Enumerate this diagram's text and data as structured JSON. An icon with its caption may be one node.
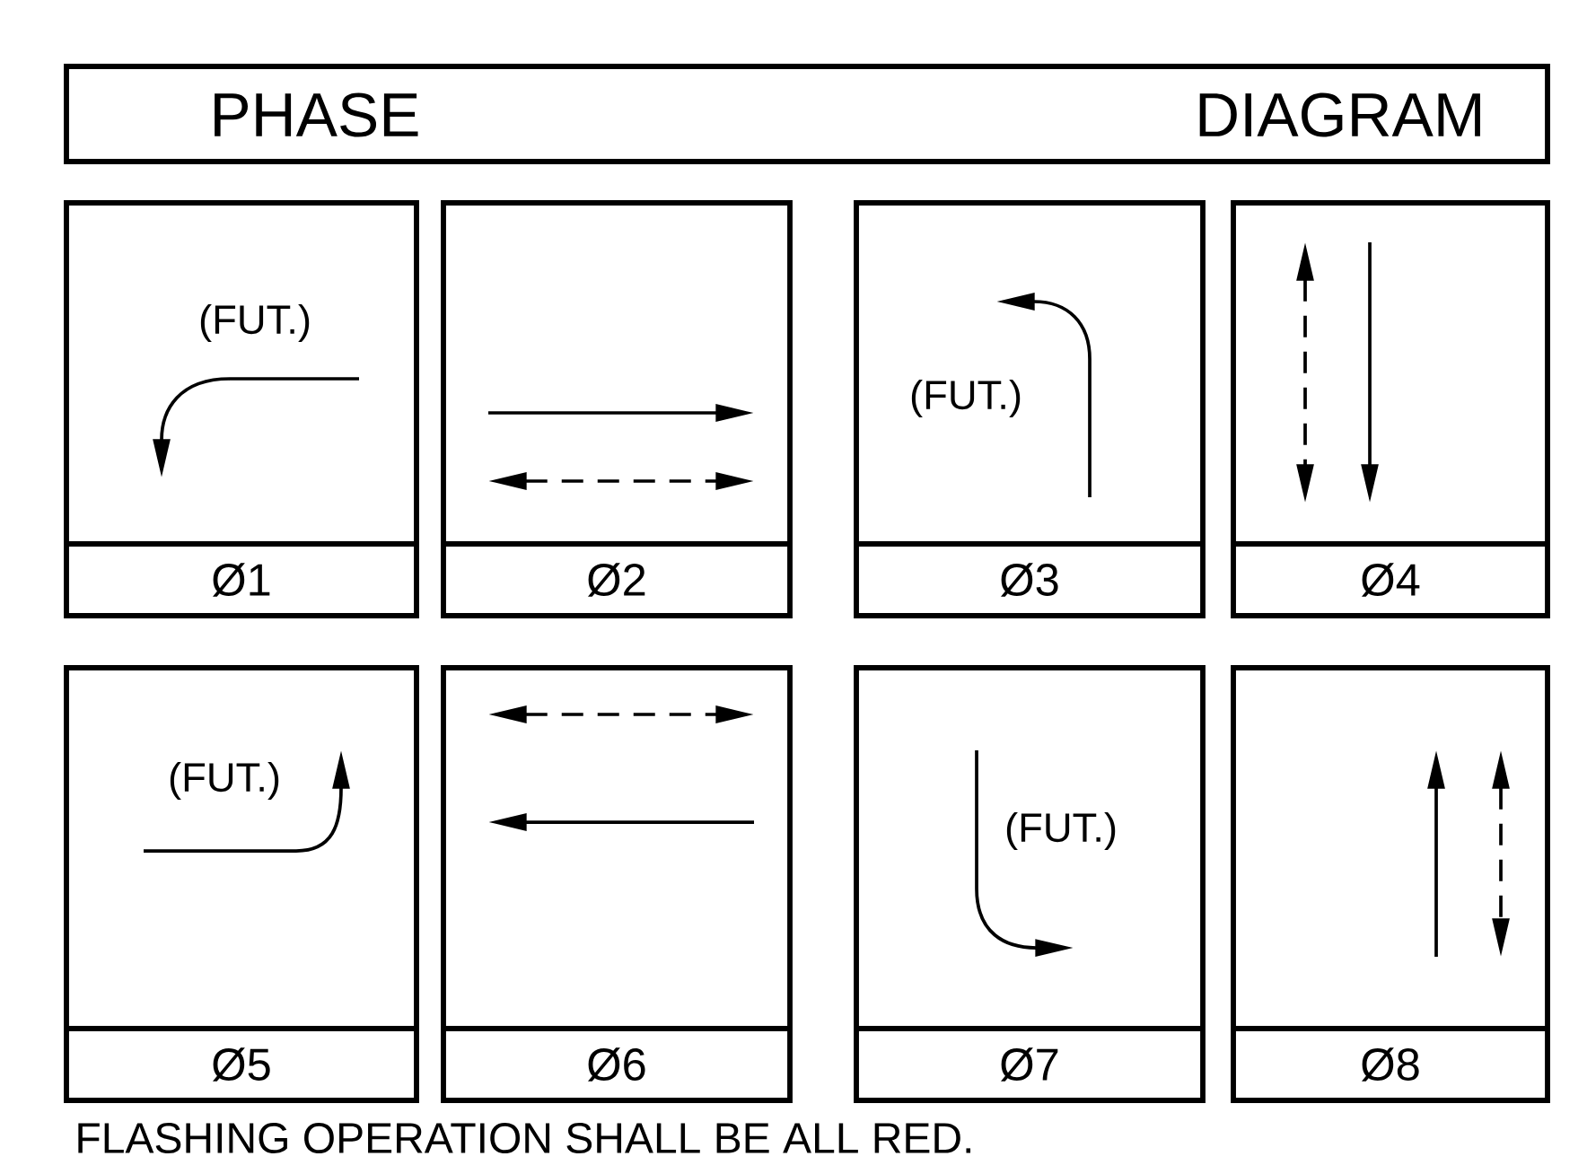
{
  "diagram": {
    "nodes": [
      {
        "text": [
          "PHASE",
          "DIAGRAM"
        ]
      },
      {
        "text": [
          "(FUT.)",
          "Ø1"
        ]
      },
      {
        "text": [
          "Ø2"
        ]
      },
      {
        "text": [
          "(FUT.)",
          "Ø3"
        ]
      },
      {
        "text": [
          "Ø4"
        ]
      },
      {
        "text": [
          "(FUT.)",
          "Ø5"
        ]
      },
      {
        "text": [
          "Ø6"
        ]
      },
      {
        "text": [
          "(FUT.)",
          "Ø7"
        ]
      },
      {
        "text": [
          "Ø8"
        ]
      }
    ],
    "labels": [
      "FLASHING OPERATION SHALL BE ALL RED."
    ]
  }
}
